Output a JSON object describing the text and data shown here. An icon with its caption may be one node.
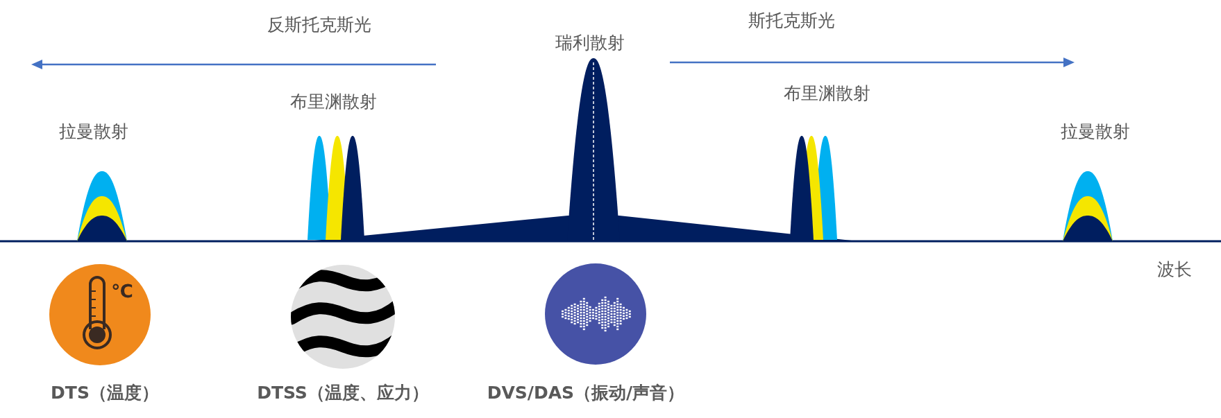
{
  "diagram": {
    "labels": [
      "反斯托克斯光",
      "斯托克斯光",
      "瑞利散射",
      "布里渊散射",
      "布里渊散射",
      "拉曼散射",
      "拉曼散射",
      "波长",
      "℃",
      "DTS（温度）",
      "DTSS（温度、应力）",
      "DVS/DAS（振动/声音）"
    ]
  }
}
